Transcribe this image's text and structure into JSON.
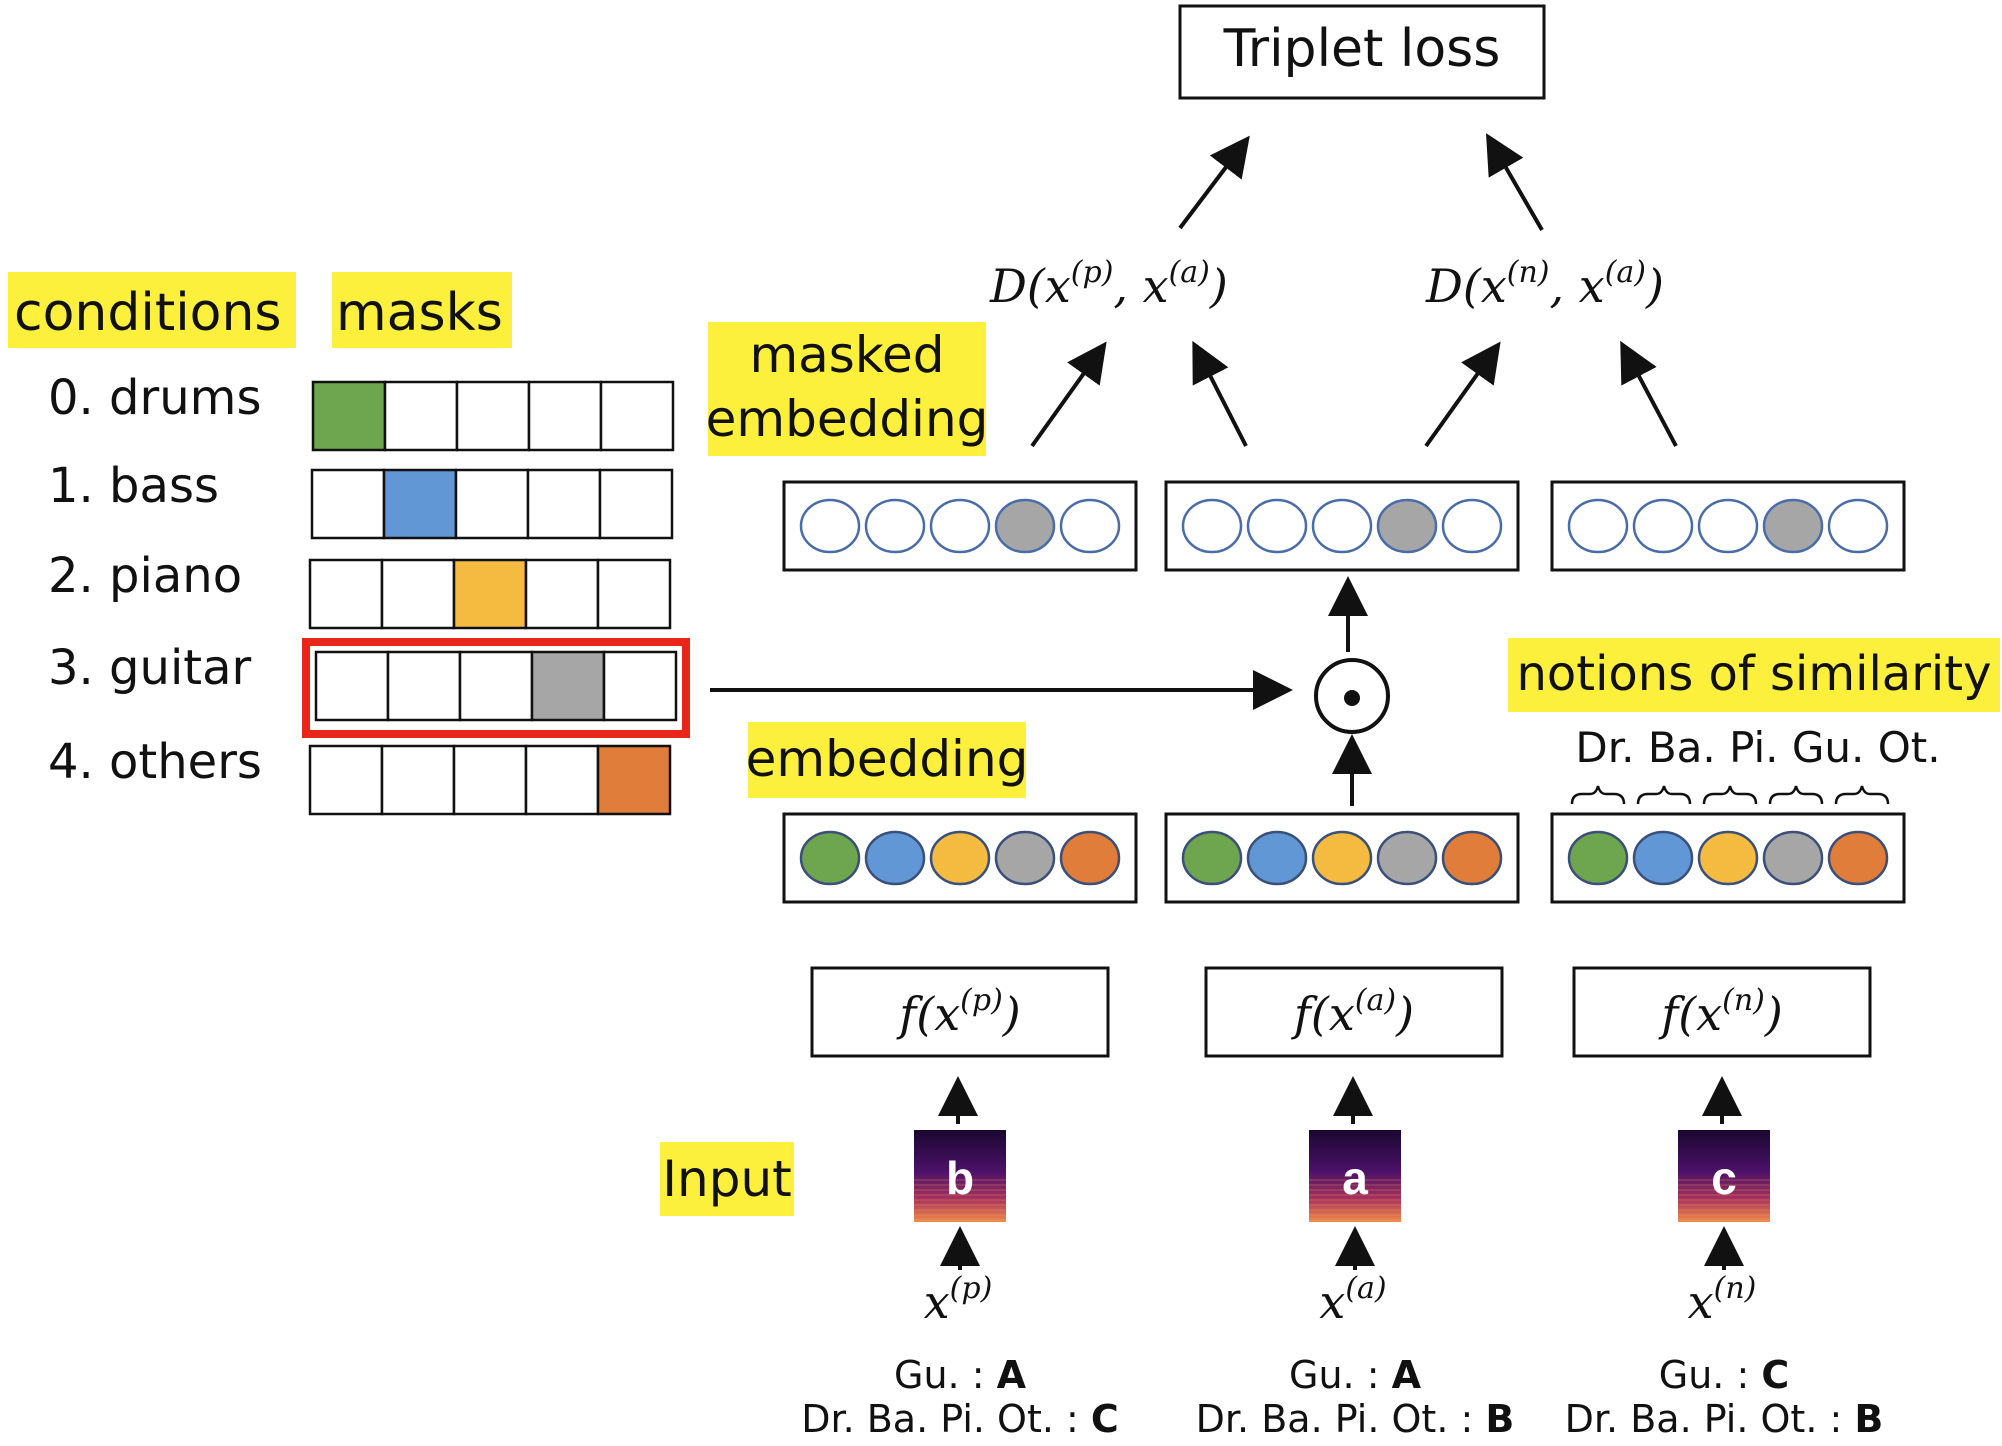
{
  "colors": {
    "highlight": "#fdf03c",
    "drums": "#6ea64f",
    "bass": "#6097d4",
    "piano": "#f4bb40",
    "guitar": "#a6a6a6",
    "others": "#e07d3a",
    "empty_circle_stroke": "#4a6ca8",
    "selected_border": "#e8261c"
  },
  "labels": {
    "conditions": "conditions",
    "masks": "masks",
    "masked_embedding_line1": "masked",
    "masked_embedding_line2": "embedding",
    "embedding": "embedding",
    "notions_of_similarity": "notions of similarity",
    "similarity_abbrevs": "Dr. Ba. Pi. Gu. Ot.",
    "input": "Input",
    "triplet_loss": "Triplet loss"
  },
  "conditions": [
    {
      "label": "0. drums",
      "active_index": 0,
      "color_key": "drums",
      "selected": false
    },
    {
      "label": "1. bass",
      "active_index": 1,
      "color_key": "bass",
      "selected": false
    },
    {
      "label": "2. piano",
      "active_index": 2,
      "color_key": "piano",
      "selected": false
    },
    {
      "label": "3. guitar",
      "active_index": 3,
      "color_key": "guitar",
      "selected": true
    },
    {
      "label": "4. others",
      "active_index": 4,
      "color_key": "others",
      "selected": false
    }
  ],
  "distances": [
    {
      "head": "D(x",
      "sup1": "(p)",
      "mid": ", x",
      "sup2": "(a)",
      "tail": ")"
    },
    {
      "head": "D(x",
      "sup1": "(n)",
      "mid": ", x",
      "sup2": "(a)",
      "tail": ")"
    }
  ],
  "columns": [
    {
      "id": "positive",
      "f_head": "f(x",
      "f_sup": "(p)",
      "f_tail": ")",
      "spec_letter": "b",
      "x_head": "x",
      "x_sup": "(p)",
      "caption1_prefix": "Gu. : ",
      "caption1_value": "A",
      "caption2_prefix": "Dr. Ba. Pi. Ot. : ",
      "caption2_value": "C"
    },
    {
      "id": "anchor",
      "f_head": "f(x",
      "f_sup": "(a)",
      "f_tail": ")",
      "spec_letter": "a",
      "x_head": "x",
      "x_sup": "(a)",
      "caption1_prefix": "Gu. : ",
      "caption1_value": "A",
      "caption2_prefix": "Dr. Ba. Pi. Ot. : ",
      "caption2_value": "B"
    },
    {
      "id": "negative",
      "f_head": "f(x",
      "f_sup": "(n)",
      "f_tail": ")",
      "spec_letter": "c",
      "x_head": "x",
      "x_sup": "(n)",
      "caption1_prefix": "Gu. : ",
      "caption1_value": "C",
      "caption2_prefix": "Dr. Ba. Pi. Ot. : ",
      "caption2_value": "B"
    }
  ],
  "embedding_order": [
    "drums",
    "bass",
    "piano",
    "guitar",
    "others"
  ],
  "masked_active_index": 3,
  "operator_symbol": "⊙"
}
